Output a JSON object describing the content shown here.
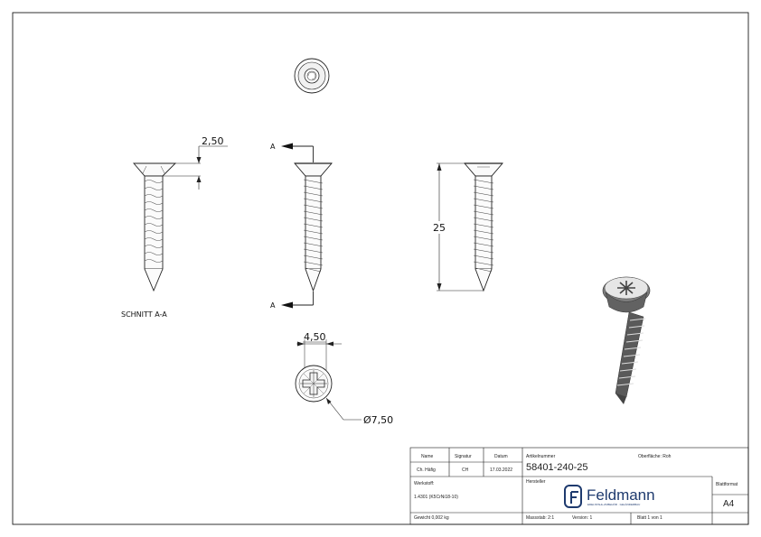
{
  "dimensions": {
    "head_height": "2,50",
    "length": "25",
    "drive_width": "4,50",
    "head_diameter": "Ø7,50"
  },
  "section": {
    "view_title": "SCHNITT A-A",
    "marker_top": "A",
    "marker_bottom": "A"
  },
  "title_block": {
    "name_header": "Name",
    "signature_header": "Signatur",
    "date_header": "Datum",
    "name_value": "Ch. Häfig",
    "signature_value": "CH",
    "date_value": "17.03.2022",
    "article_label": "Artikelnummer",
    "article_value": "58401-240-25",
    "surface_label": "Oberfläche: Roh",
    "material_label": "Werkstoff:",
    "material_value": "1.4301 (K5CrNi18-10)",
    "manufacturer_label": "Hersteller",
    "logo_text": "Feldmann",
    "logo_subtitle": "EDELSTAHL-ZUBEHÖR · GELÄNDERBAU",
    "format_label": "Blattformat",
    "format_value": "A4",
    "weight": "Gewicht 0,002 kg",
    "scale": "Massstab: 2:1",
    "version": "Version: 1",
    "sheet": "Blatt 1 von 1"
  },
  "colors": {
    "line": "#1a1a1a",
    "logo": "#1e3a6e"
  }
}
